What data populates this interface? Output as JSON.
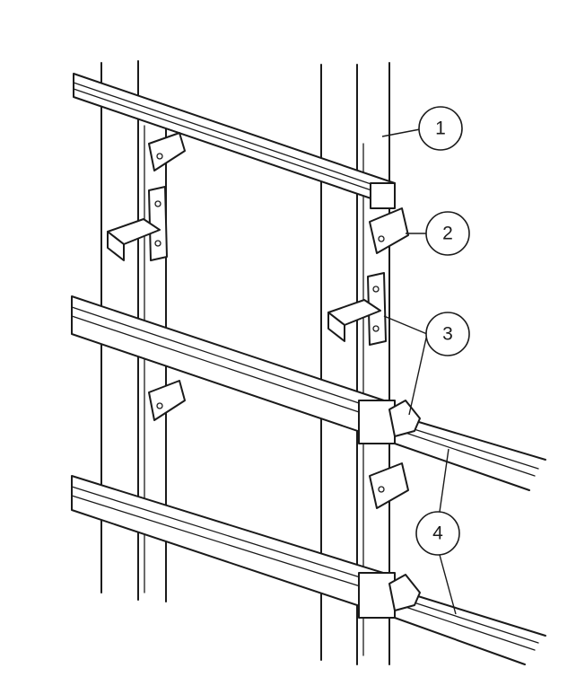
{
  "callouts": [
    {
      "label": "1"
    },
    {
      "label": "2"
    },
    {
      "label": "3"
    },
    {
      "label": "4"
    }
  ],
  "colors": {
    "line": "#1a1a1a",
    "background": "#ffffff"
  }
}
